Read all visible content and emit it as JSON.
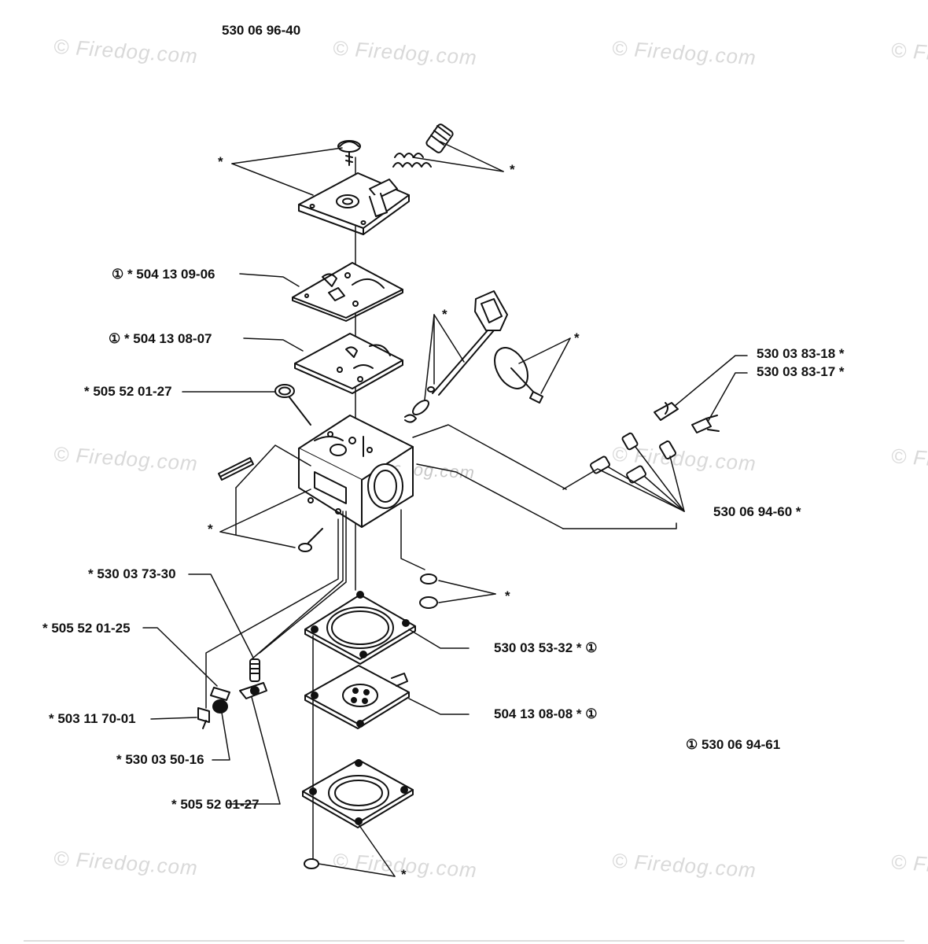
{
  "diagram": {
    "title": "530 06 96-40",
    "note": "① 530 06 94-61",
    "labels": {
      "star_top_left": "*",
      "star_top_right": "*",
      "gasket_a": "①  *  504 13 09-06",
      "gasket_b": "①  *  504 13 08-07",
      "plug_top": "*  505 52 01-27",
      "star_shaft": "*",
      "star_disc": "*",
      "pump_1": "530 03 83-18  *",
      "pump_2": "530 03 83-17  *",
      "nozzles": "530 06 94-60  *",
      "star_body": "*",
      "star_washer": "*",
      "spring": "*  530 03 73-30",
      "plug_mid": "*  505 52 01-25",
      "needle": "*  503 11 70-01",
      "screw_small": "*  530 03 50-16",
      "plug_bottom": "*  505 52 01-27",
      "diaphragm_1": "530 03 53-32  *  ①",
      "diaphragm_2": "504 13 08-08  *  ①",
      "star_bottom": "*"
    }
  },
  "watermarks": {
    "text": "© Firedog.com",
    "partial": "© Fi",
    "center": "firedog.com"
  }
}
